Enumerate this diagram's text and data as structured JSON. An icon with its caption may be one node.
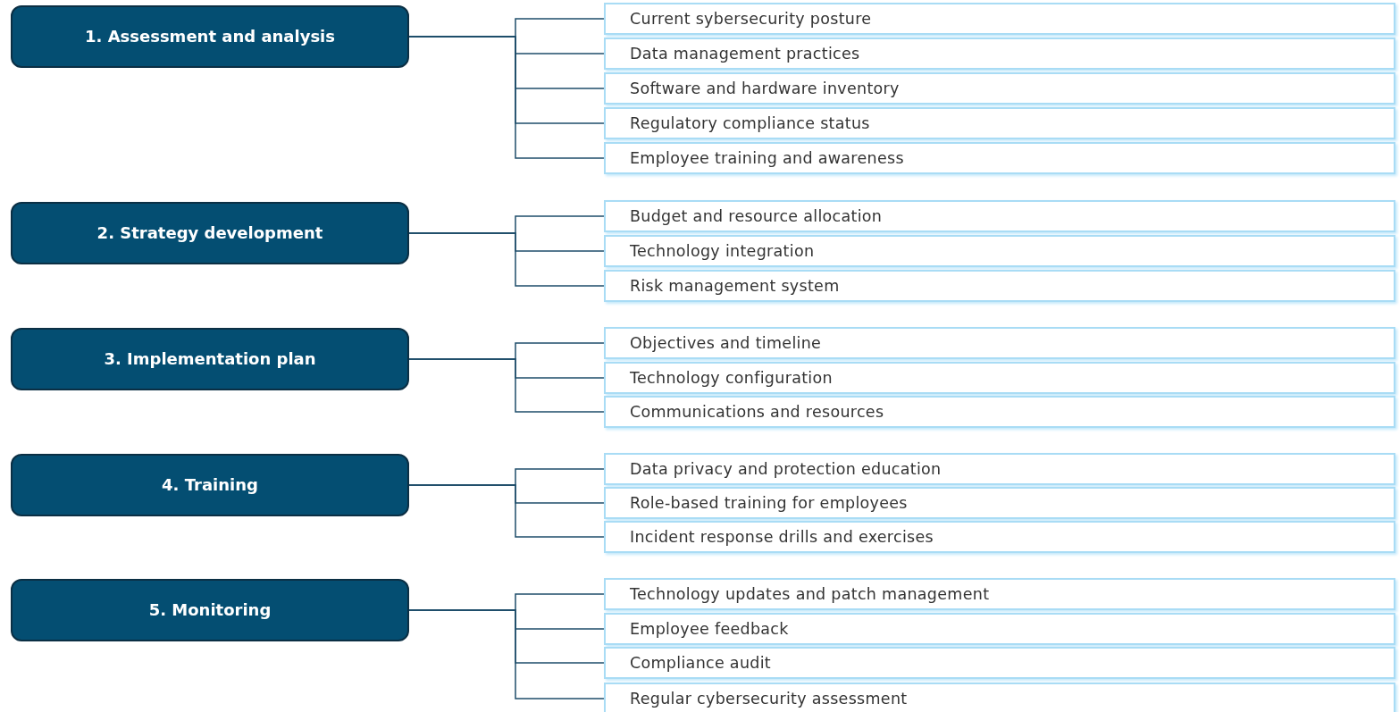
{
  "diagram": {
    "nodes": [
      {
        "text": [
          "1. Assessment and analysis"
        ]
      },
      {
        "text": [
          "Current sybersecurity posture"
        ]
      },
      {
        "text": [
          "Data management practices"
        ]
      },
      {
        "text": [
          "Software and hardware inventory"
        ]
      },
      {
        "text": [
          "Regulatory compliance status"
        ]
      },
      {
        "text": [
          "Employee training and awareness"
        ]
      },
      {
        "text": [
          "2. Strategy development"
        ]
      },
      {
        "text": [
          "Budget and resource allocation"
        ]
      },
      {
        "text": [
          "Technology integration"
        ]
      },
      {
        "text": [
          "Risk management system"
        ]
      },
      {
        "text": [
          "3. Implementation plan"
        ]
      },
      {
        "text": [
          "Objectives and timeline"
        ]
      },
      {
        "text": [
          "Technology configuration"
        ]
      },
      {
        "text": [
          "Communications and resources"
        ]
      },
      {
        "text": [
          "4. Training"
        ]
      },
      {
        "text": [
          "Data privacy and protection education"
        ]
      },
      {
        "text": [
          "Role-based training for employees"
        ]
      },
      {
        "text": [
          "Incident response drills and exercises"
        ]
      },
      {
        "text": [
          "5. Monitoring"
        ]
      },
      {
        "text": [
          "Technology updates and patch management"
        ]
      },
      {
        "text": [
          "Employee feedback"
        ]
      },
      {
        "text": [
          "Compliance audit"
        ]
      },
      {
        "text": [
          "Regular cybersecurity assessment"
        ]
      }
    ],
    "edges": [
      {
        "from": 0,
        "to": 1,
        "arrow": "none"
      },
      {
        "from": 0,
        "to": 2,
        "arrow": "none"
      },
      {
        "from": 0,
        "to": 3,
        "arrow": "none"
      },
      {
        "from": 0,
        "to": 4,
        "arrow": "none"
      },
      {
        "from": 0,
        "to": 5,
        "arrow": "none"
      },
      {
        "from": 6,
        "to": 7,
        "arrow": "none"
      },
      {
        "from": 6,
        "to": 8,
        "arrow": "none"
      },
      {
        "from": 6,
        "to": 9,
        "arrow": "none"
      },
      {
        "from": 10,
        "to": 11,
        "arrow": "none"
      },
      {
        "from": 10,
        "to": 12,
        "arrow": "none"
      },
      {
        "from": 10,
        "to": 13,
        "arrow": "none"
      },
      {
        "from": 14,
        "to": 15,
        "arrow": "none"
      },
      {
        "from": 14,
        "to": 16,
        "arrow": "none"
      },
      {
        "from": 14,
        "to": 17,
        "arrow": "none"
      },
      {
        "from": 18,
        "to": 19,
        "arrow": "none"
      },
      {
        "from": 18,
        "to": 20,
        "arrow": "none"
      },
      {
        "from": 18,
        "to": 21,
        "arrow": "none"
      },
      {
        "from": 18,
        "to": 22,
        "arrow": "none"
      }
    ]
  }
}
